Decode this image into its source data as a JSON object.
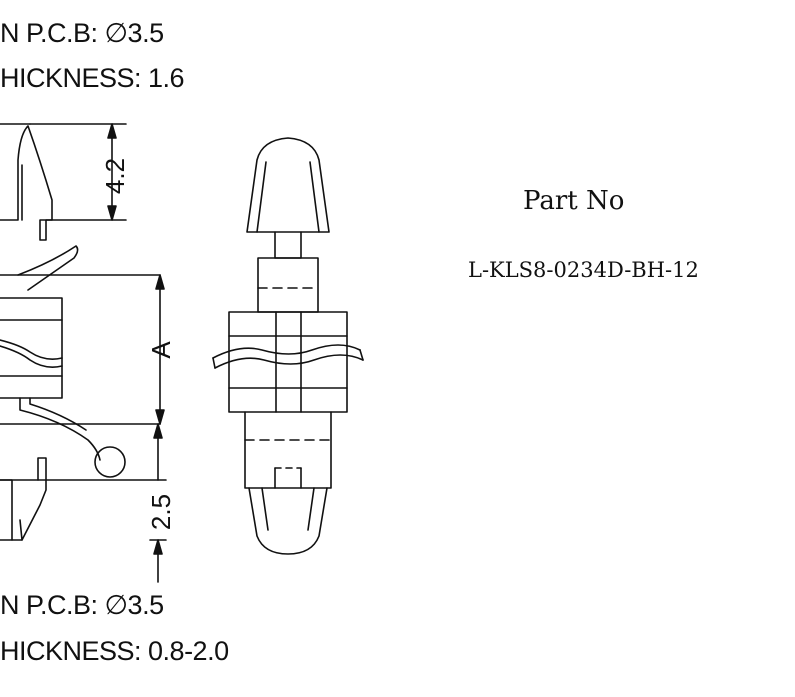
{
  "notes": {
    "top_hole": "N P.C.B: ∅3.5",
    "top_thickness": "HICKNESS: 1.6",
    "bottom_hole": "N P.C.B: ∅3.5",
    "bottom_thickness": "HICKNESS: 0.8-2.0"
  },
  "dimensions": {
    "upper": "4.2",
    "middle": "A",
    "lower": "2.5"
  },
  "part": {
    "title": "Part No",
    "number": "L-KLS8-0234D-BH-12"
  }
}
